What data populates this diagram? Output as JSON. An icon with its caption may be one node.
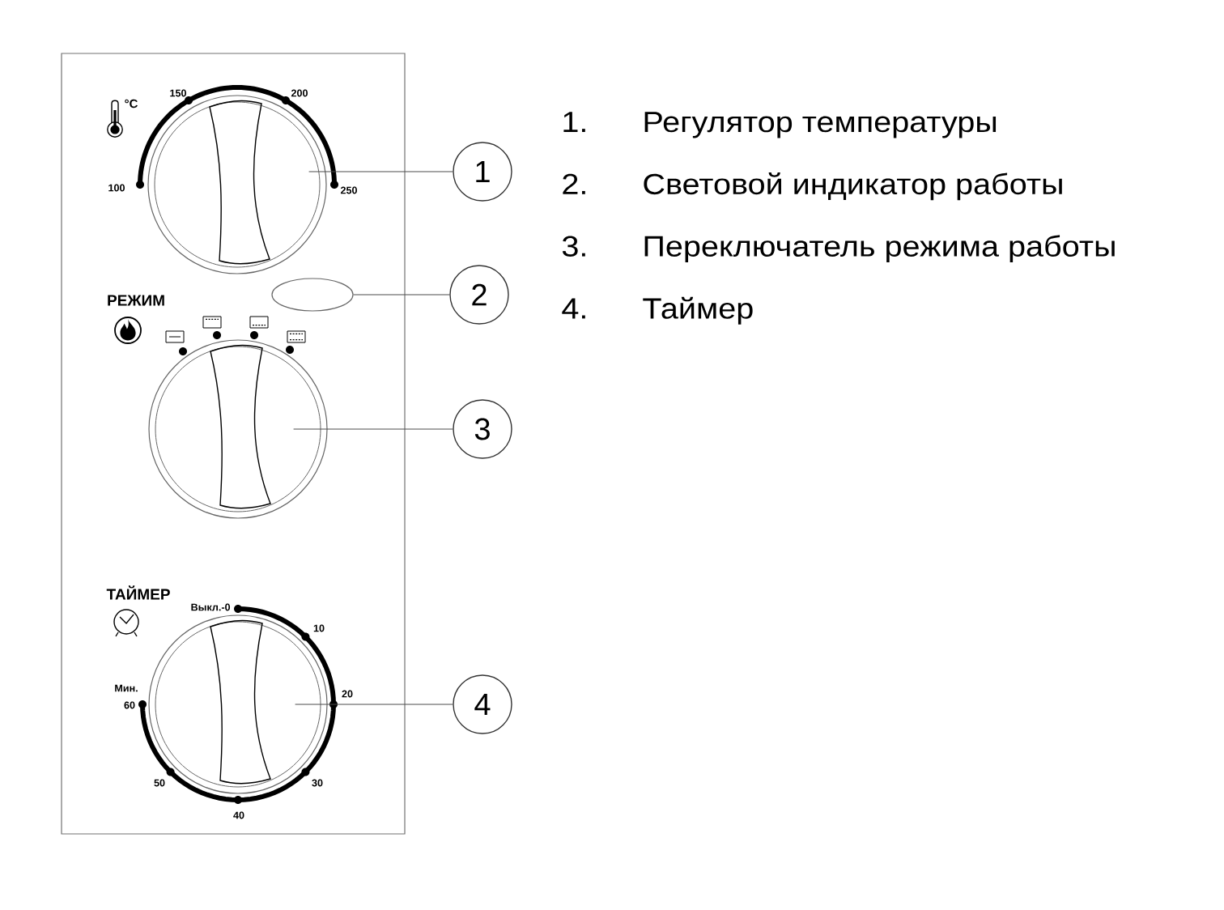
{
  "diagram": {
    "nodes": [
      {
        "text": [
          "1"
        ]
      },
      {
        "text": [
          "2"
        ]
      },
      {
        "text": [
          "3"
        ]
      },
      {
        "text": [
          "4"
        ]
      },
      {
        "text": [],
        "shape": "circle"
      },
      {
        "text": [],
        "shape": "ellipse"
      },
      {
        "text": [],
        "shape": "circle"
      },
      {
        "text": [],
        "shape": "circle"
      }
    ],
    "edges": [
      {
        "from": 0,
        "to": 4,
        "arrow": "none"
      },
      {
        "from": 1,
        "to": 5,
        "arrow": "none"
      },
      {
        "from": 2,
        "to": 6,
        "arrow": "none"
      },
      {
        "from": 3,
        "to": 7,
        "arrow": "none"
      }
    ],
    "labels": [
      "°C",
      "150",
      "200",
      "100",
      "250",
      "РЕЖИМ",
      "ТАЙМЕР",
      "Выкл.-0",
      "10",
      "Мин.",
      "60",
      "20",
      "50",
      "30",
      "40",
      "1.",
      "Регулятор температуры",
      "2.",
      "Световой индикатор работы",
      "3.",
      "Переключатель режима работы",
      "4.",
      "Таймер"
    ]
  }
}
